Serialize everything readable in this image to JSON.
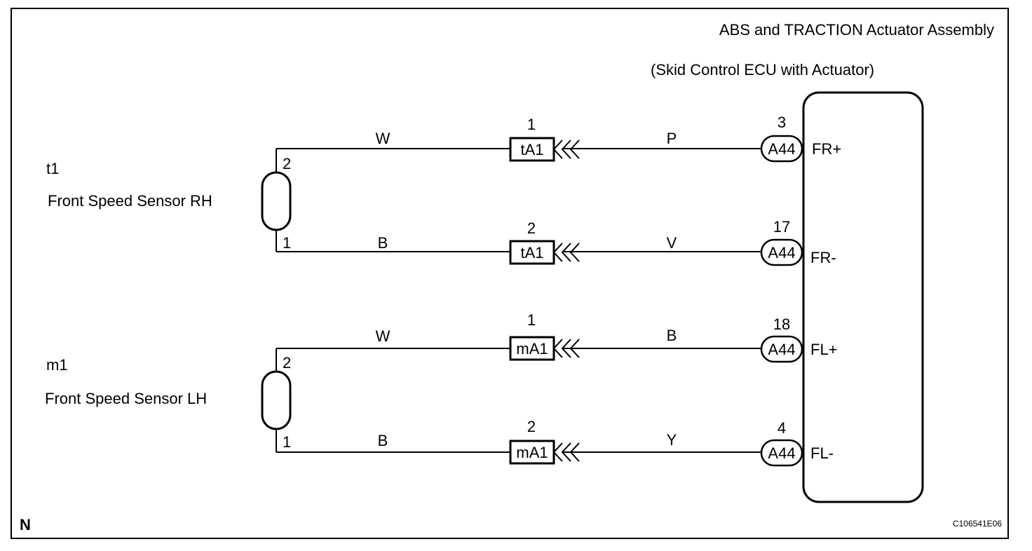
{
  "ecu": {
    "title": "ABS and TRACTION Actuator Assembly",
    "subtitle": "(Skid Control ECU with Actuator)"
  },
  "sensors": [
    {
      "code": "t1",
      "name": "Front Speed Sensor RH",
      "pin_top": "2",
      "pin_bottom": "1"
    },
    {
      "code": "m1",
      "name": "Front Speed Sensor LH",
      "pin_top": "2",
      "pin_bottom": "1"
    }
  ],
  "circuits": [
    {
      "left_wire": "W",
      "junction_pin": "1",
      "junction": "tA1",
      "right_wire": "P",
      "ecu_pin": "3",
      "ecu_connector": "A44",
      "terminal": "FR+"
    },
    {
      "left_wire": "B",
      "junction_pin": "2",
      "junction": "tA1",
      "right_wire": "V",
      "ecu_pin": "17",
      "ecu_connector": "A44",
      "terminal": "FR-"
    },
    {
      "left_wire": "W",
      "junction_pin": "1",
      "junction": "mA1",
      "right_wire": "B",
      "ecu_pin": "18",
      "ecu_connector": "A44",
      "terminal": "FL+"
    },
    {
      "left_wire": "B",
      "junction_pin": "2",
      "junction": "mA1",
      "right_wire": "Y",
      "ecu_pin": "4",
      "ecu_connector": "A44",
      "terminal": "FL-"
    }
  ],
  "footer": {
    "corner_mark": "N",
    "figure_code": "C106541E06"
  }
}
